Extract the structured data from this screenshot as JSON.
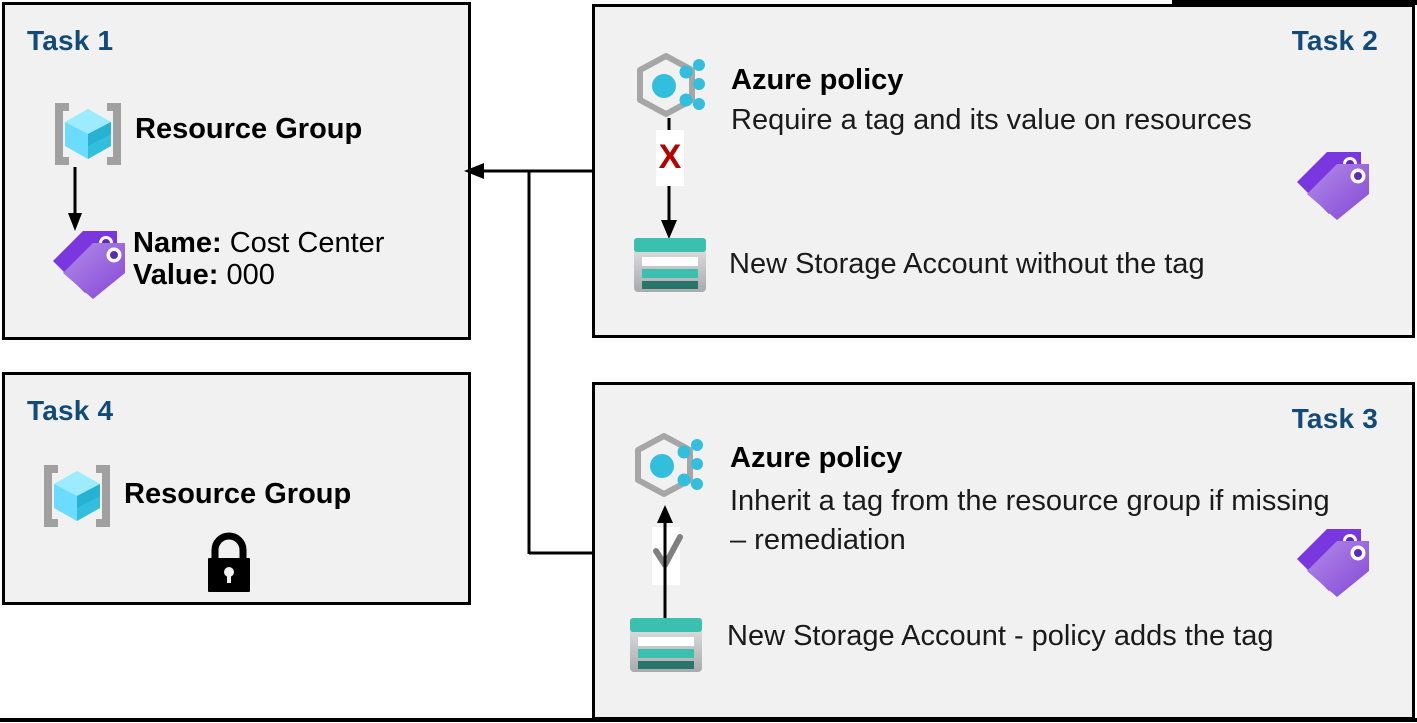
{
  "diagram": {
    "title": "Azure tagging tasks flow",
    "colors": {
      "task_label": "#124a78",
      "box_fill": "#f1f1f1",
      "box_border": "#000000",
      "azure_cyan": "#32bedd",
      "storage_teal": "#3bc0b0",
      "storage_teal_dark": "#27756b",
      "tag_purple_dark": "#7a37e0",
      "tag_purple_light": "#a97ae0",
      "error_red": "#b30000",
      "check_gray": "#808080"
    }
  },
  "tasks": {
    "task1": {
      "label": "Task 1",
      "resource_group_label": "Resource Group",
      "tag_name_key": "Name:",
      "tag_name_value": "Cost Center",
      "tag_value_key": "Value:",
      "tag_value_value": "000"
    },
    "task2": {
      "label": "Task 2",
      "policy_title": "Azure policy",
      "policy_description": "Require a tag and its value on resources",
      "marker": "x",
      "storage_description": "New Storage Account  without the tag"
    },
    "task3": {
      "label": "Task 3",
      "policy_title": "Azure policy",
      "policy_description": "Inherit a tag from the resource group if missing – remediation",
      "marker": "check",
      "storage_description": "New Storage Account   - policy adds the tag"
    },
    "task4": {
      "label": "Task 4",
      "resource_group_label": "Resource Group"
    }
  },
  "icons": {
    "resource_group": "resource-group-icon",
    "tag": "tag-icon",
    "azure_policy": "azure-policy-icon",
    "storage_account": "storage-account-icon",
    "lock": "lock-icon",
    "error_x": "error-x-icon",
    "check": "check-icon"
  }
}
